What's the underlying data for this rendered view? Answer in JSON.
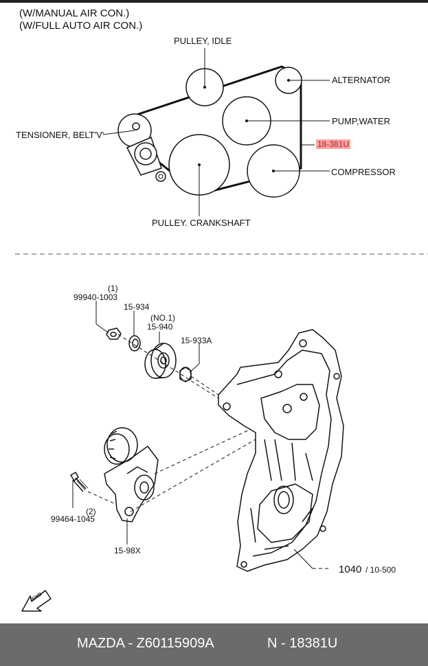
{
  "header": {
    "line1": "(W/MANUAL AIR CON.)",
    "line2": "(W/FULL AUTO AIR CON.)"
  },
  "belt_diagram": {
    "pulley_idle": "PULLEY, IDLE",
    "alternator": "ALTERNATOR",
    "pump_water": "PUMP,WATER",
    "tensioner": "TENSIONER, BELT'V'",
    "belt_part_no": "18-381U",
    "compressor": "COMPRESSOR",
    "crankshaft": "PULLEY. CRANKSHAFT"
  },
  "parts": {
    "p1_qty": "(1)",
    "p1_no": "99940-1003",
    "p2_no": "15-934",
    "p3_note": "(NO.1)",
    "p3_no": "15-940",
    "p4_no": "15-933A",
    "p5_qty": "(2)",
    "p5_no": "99464-1045",
    "p6_no": "15-98X",
    "ref_main": "1040",
    "ref_sub": "/ 10-500",
    "fwd": "FWD"
  },
  "footer": {
    "brand_part": "MAZDA - Z60115909A",
    "n_part": "N - 18381U"
  }
}
